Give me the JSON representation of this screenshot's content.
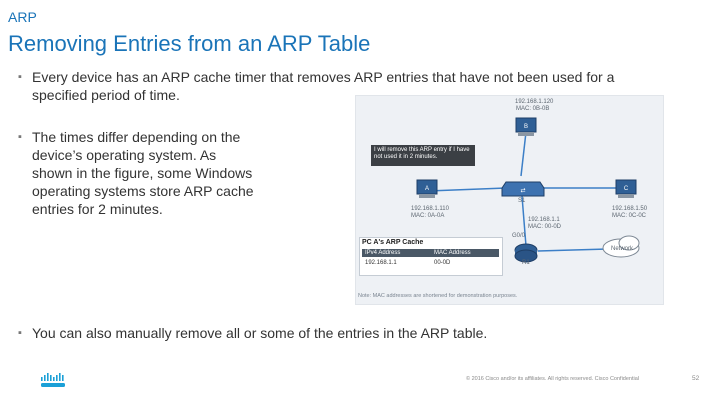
{
  "header": {
    "section": "ARP",
    "title": "Removing Entries from an ARP Table"
  },
  "bullets": [
    "Every device has an ARP cache timer that removes ARP entries that have not been used for a specified period of time.",
    "The times differ depending on the device’s operating system. As shown in the figure, some Windows operating systems store ARP cache entries for 2 minutes.",
    "You can also manually remove all or some of the entries in the ARP table."
  ],
  "figure": {
    "callout": "I will remove this ARP entry if I have not used it in 2 minutes.",
    "pc_b": {
      "label": "B",
      "ip": "192.168.1.120",
      "mac": "MAC: 0B-0B"
    },
    "pc_a": {
      "label": "A",
      "ip": "192.168.1.110",
      "mac": "MAC: 0A-0A"
    },
    "pc_c": {
      "label": "C",
      "ip": "192.168.1.50",
      "mac": "MAC: 0C-0C"
    },
    "switch": {
      "label": "S1"
    },
    "router": {
      "label": "R1",
      "interface": "G0/0",
      "ip": "192.168.1.1",
      "mac": "MAC: 00-0D"
    },
    "cloud": {
      "label": "Network"
    },
    "arp_cache": {
      "title": "PC A's ARP Cache",
      "headers": [
        "IPv4 Address",
        "MAC Address"
      ],
      "row": [
        "192.168.1.1",
        "00-0D"
      ]
    },
    "note": "Note: MAC addresses are shortened for demonstration purposes."
  },
  "footer": {
    "copyright": "© 2016 Cisco and/or its affiliates. All rights reserved. Cisco Confidential",
    "page": "52"
  },
  "colors": {
    "accent": "#1a74b8"
  },
  "icons": {
    "logo": "cisco-logo",
    "bullet": "square-bullet-icon"
  }
}
